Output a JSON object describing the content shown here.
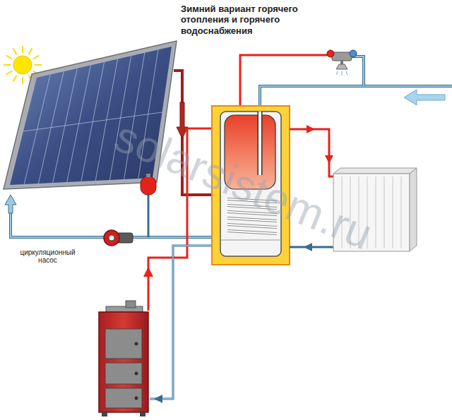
{
  "diagram": {
    "title": "Зимний вариант горячего отопления и горячего водоснабжения",
    "labels": [
      "циркуляционный насос",
      "solarsistem.ru"
    ]
  }
}
